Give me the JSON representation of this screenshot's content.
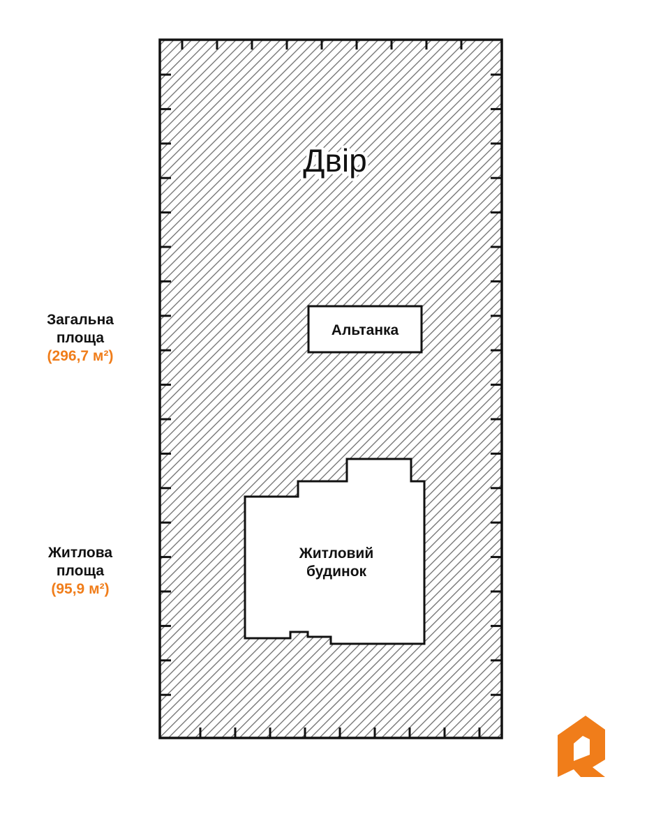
{
  "plan": {
    "yard_label": "Двір",
    "gazebo_label": "Альтанка",
    "house_label_line1": "Житловий",
    "house_label_line2": "будинок"
  },
  "legend": {
    "total": {
      "line1": "Загальна",
      "line2": "площа",
      "area": "(296,7 м²)"
    },
    "living": {
      "line1": "Житлова",
      "line2": "площа",
      "area": "(95,9 м²)"
    }
  },
  "colors": {
    "accent": "#f07d1a",
    "outline": "#111111",
    "hatch": "#6e6e6e",
    "background": "#ffffff"
  },
  "logo": {
    "icon": "brand-logo-icon"
  }
}
